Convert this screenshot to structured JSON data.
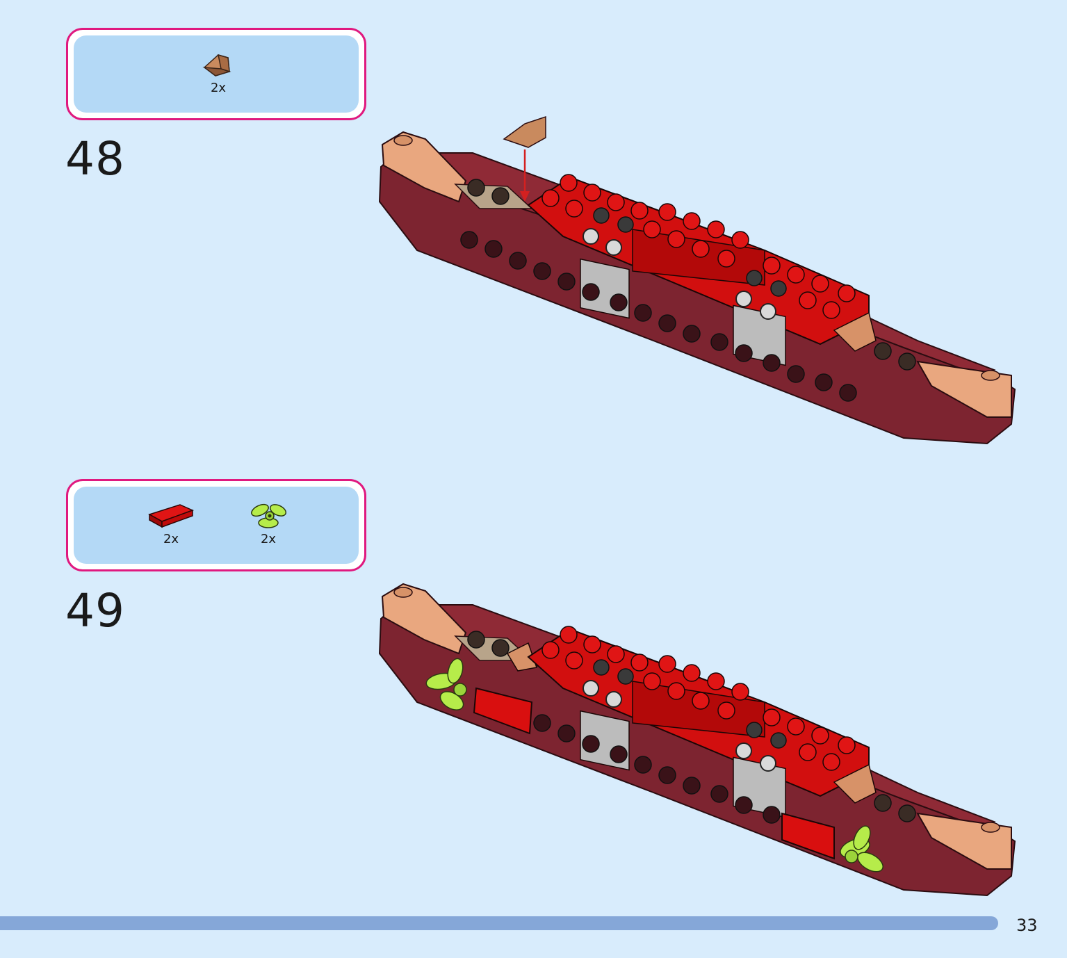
{
  "steps": [
    {
      "number": "48",
      "parts": [
        {
          "icon": "tan-slope-brick-icon",
          "color": "#c98a5e",
          "qty": "2x"
        }
      ]
    },
    {
      "number": "49",
      "parts": [
        {
          "icon": "red-tile-icon",
          "color": "#d10c0c",
          "qty": "2x"
        },
        {
          "icon": "lime-leaf-plate-icon",
          "color": "#b6ec4a",
          "qty": "2x"
        }
      ]
    }
  ],
  "colors": {
    "hull": "#7d2430",
    "hull_top": "#8f2a36",
    "bricks": "#d20f0f",
    "accent_border": "#e0197f",
    "progress": "#85a7d8"
  },
  "page_number": "33"
}
